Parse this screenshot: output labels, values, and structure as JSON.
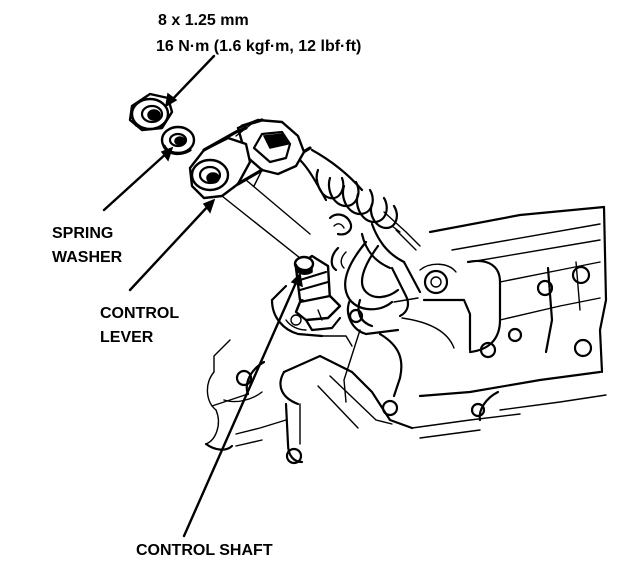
{
  "diagram": {
    "spec_size": "8 x 1.25 mm",
    "spec_torque": "16 N·m (1.6 kgf·m, 12 lbf·ft)",
    "labels": {
      "spring_washer_line1": "SPRING",
      "spring_washer_line2": "WASHER",
      "control_lever_line1": "CONTROL",
      "control_lever_line2": "LEVER",
      "control_shaft": "CONTROL SHAFT"
    }
  }
}
